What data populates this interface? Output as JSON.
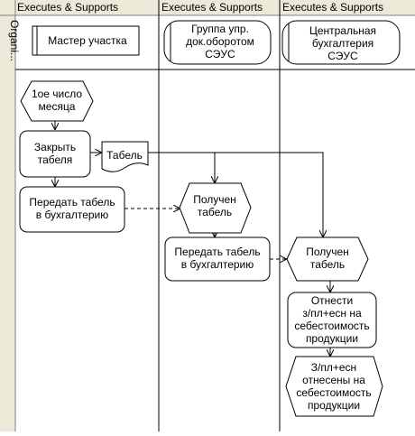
{
  "lanes": [
    {
      "header": "Executes & Supports",
      "role_label": "Мастер участка"
    },
    {
      "header": "Executes & Supports",
      "role_lines": [
        "Группа упр.",
        "док.оборотом",
        "СЭУС"
      ]
    },
    {
      "header": "Executes & Supports",
      "role_lines": [
        "Центральная",
        "бухгалтерия",
        "СЭУС"
      ]
    }
  ],
  "row_label": "Organi...",
  "nodes": {
    "start": [
      "1ое число",
      "месяца"
    ],
    "close": [
      "Закрыть",
      "табеля"
    ],
    "doc": [
      "Табель"
    ],
    "pass1": [
      "Передать табель",
      "в бухгалтерию"
    ],
    "recv1": [
      "Получен",
      "табель"
    ],
    "pass2": [
      "Передать табель",
      "в бухгалтерию"
    ],
    "recv2": [
      "Получен",
      "табель"
    ],
    "assign": [
      "Отнести",
      "з/пл+есн на",
      "себестоимость",
      "продукции"
    ],
    "done": [
      "З/пл+есн",
      "отнесены на",
      "себестоимость",
      "продукции"
    ]
  },
  "colors": {
    "header_bg": "#ece9d8",
    "line": "#000000",
    "node_fill": "#ffffff"
  }
}
